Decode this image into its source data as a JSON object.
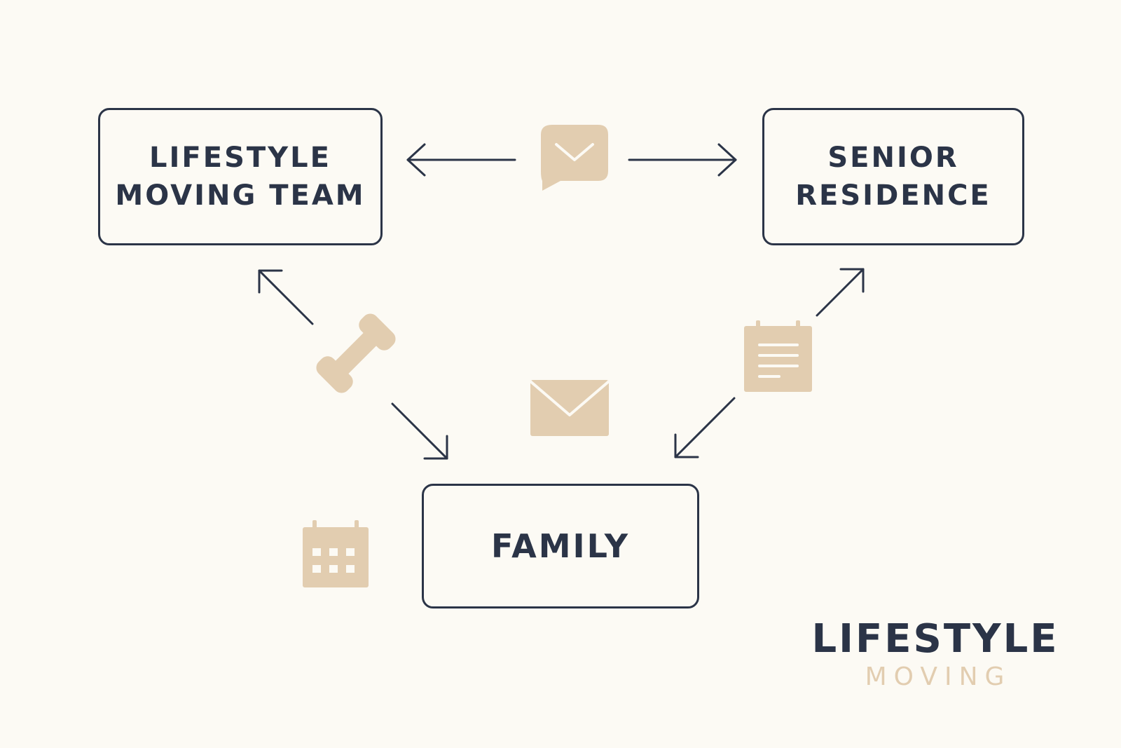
{
  "nodes": {
    "lifestyle_team": [
      "LIFESTYLE",
      "MOVING TEAM"
    ],
    "senior_residence": [
      "SENIOR",
      "RESIDENCE"
    ],
    "family": [
      "FAMILY"
    ]
  },
  "brand": {
    "name": "LIFESTYLE",
    "tagline": "MOVING"
  },
  "icons": [
    "chat-bubble-icon",
    "phone-icon",
    "envelope-icon",
    "document-icon",
    "calendar-icon"
  ],
  "colors": {
    "background": "#fcfaf4",
    "ink": "#2b3447",
    "accent": "#e2cdb0"
  }
}
